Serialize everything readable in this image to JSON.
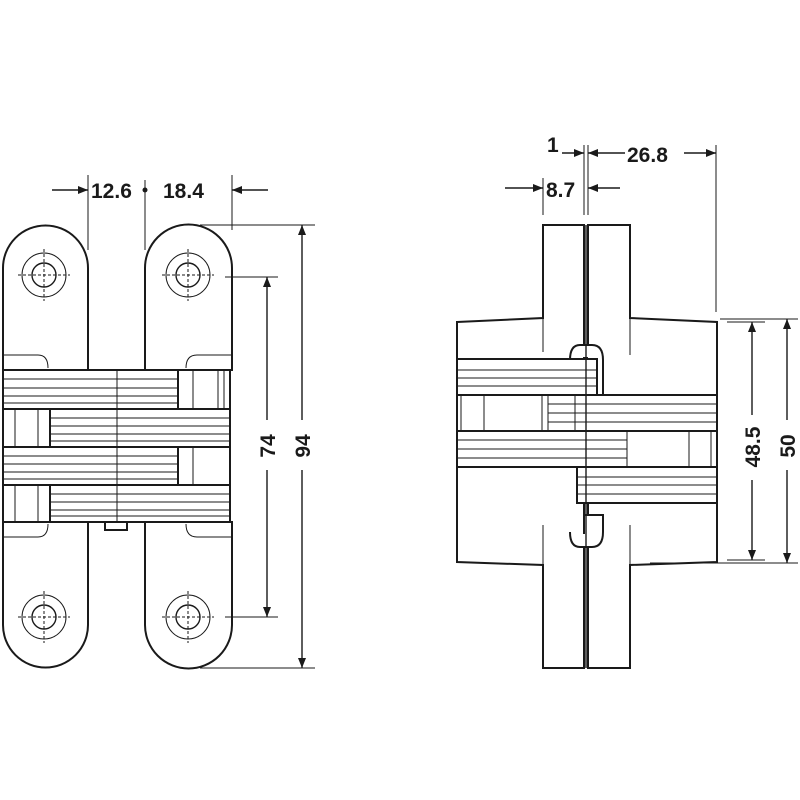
{
  "front_view": {
    "width_left": "12.6",
    "width_right": "18.4",
    "hole_spacing": "74",
    "total_height": "94"
  },
  "side_view": {
    "gap": "1",
    "depth_right": "26.8",
    "depth_left": "8.7",
    "body_inner_height": "48.5",
    "body_height": "50"
  }
}
